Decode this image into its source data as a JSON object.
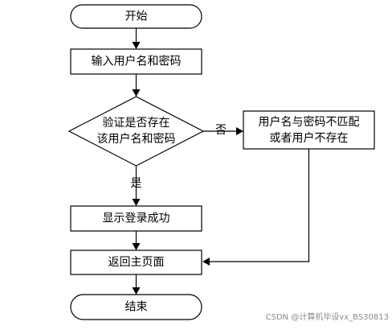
{
  "diagram": {
    "nodes": {
      "start": "开始",
      "input": "输入用户名和密码",
      "check_line1": "验证是否存在",
      "check_line2": "该用户名和密码",
      "mismatch_line1": "用户名与密码不匹配",
      "mismatch_line2": "或者用户不存在",
      "success": "显示登录成功",
      "home": "返回主页面",
      "end": "结束"
    },
    "edges": {
      "no_label": "否",
      "yes_label": "是"
    }
  },
  "watermark": "CSDN @计算机毕设vx_BS30813"
}
